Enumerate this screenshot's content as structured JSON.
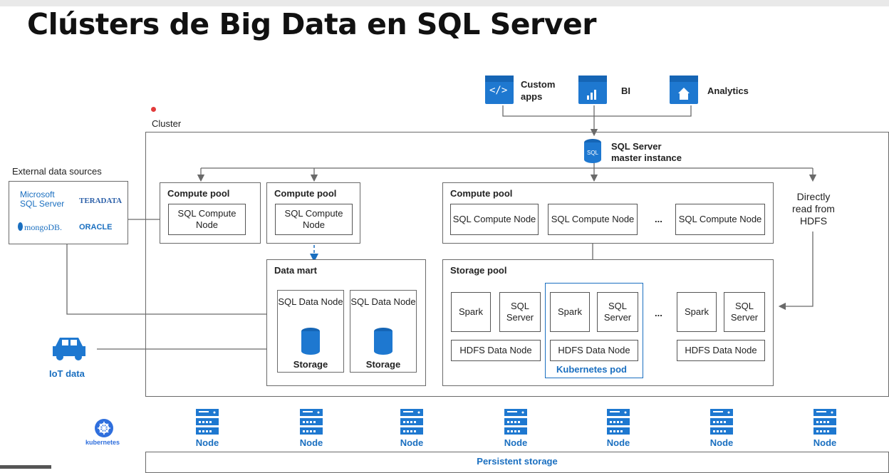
{
  "title": "Clústers de Big Data en SQL Server",
  "clients": {
    "custom_apps": "Custom apps",
    "bi": "BI",
    "analytics": "Analytics"
  },
  "cluster_label": "Cluster",
  "master": {
    "line1": "SQL Server",
    "line2": "master instance"
  },
  "external": {
    "label": "External data sources",
    "ms_sql": "Microsoft SQL Server",
    "teradata": "TERADATA",
    "mongodb": "mongoDB.",
    "oracle": "ORACLE"
  },
  "iot_label": "IoT data",
  "compute_pool_1": {
    "title": "Compute pool",
    "node": "SQL Compute Node"
  },
  "compute_pool_2": {
    "title": "Compute pool",
    "node": "SQL Compute Node"
  },
  "compute_pool_3": {
    "title": "Compute pool",
    "nodes": [
      "SQL Compute Node",
      "SQL Compute Node",
      "SQL Compute Node"
    ],
    "ellipsis": "..."
  },
  "directly_read": "Directly read from HDFS",
  "data_mart": {
    "title": "Data mart",
    "nodes": [
      {
        "name": "SQL Data Node",
        "storage": "Storage"
      },
      {
        "name": "SQL Data Node",
        "storage": "Storage"
      }
    ]
  },
  "storage_pool": {
    "title": "Storage pool",
    "spark": "Spark",
    "sql_server": "SQL Server",
    "hdfs": "HDFS Data Node",
    "ellipsis": "...",
    "pod_label": "Kubernetes pod"
  },
  "kubernetes_label": "kubernetes",
  "nodes": [
    "Node",
    "Node",
    "Node",
    "Node",
    "Node",
    "Node",
    "Node"
  ],
  "persistent_storage": "Persistent storage",
  "colors": {
    "accent": "#1a6fc0",
    "icon": "#1e78d0",
    "line": "#6a6a6a"
  }
}
